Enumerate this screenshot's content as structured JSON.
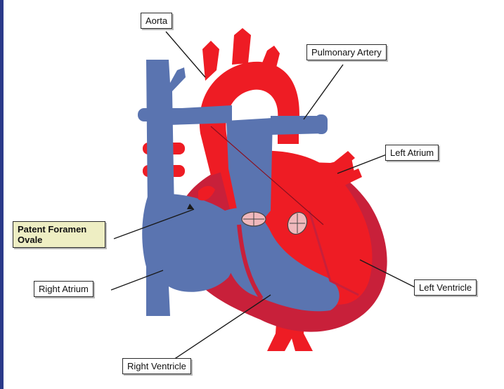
{
  "colors": {
    "oxygenated": "#ee1c24",
    "deoxygenated": "#5a74b0",
    "muscle": "#c8203a",
    "valve": "#f0b8bc",
    "frame": "#2a3a8a",
    "highlight_label_bg": "#eeeec3"
  },
  "labels": {
    "aorta": "Aorta",
    "pulmonary_artery": "Pulmonary Artery",
    "left_atrium": "Left Atrium",
    "patent_foramen_ovale": "Patent Foramen Ovale",
    "right_atrium": "Right Atrium",
    "left_ventricle": "Left Ventricle",
    "right_ventricle": "Right Ventricle"
  }
}
